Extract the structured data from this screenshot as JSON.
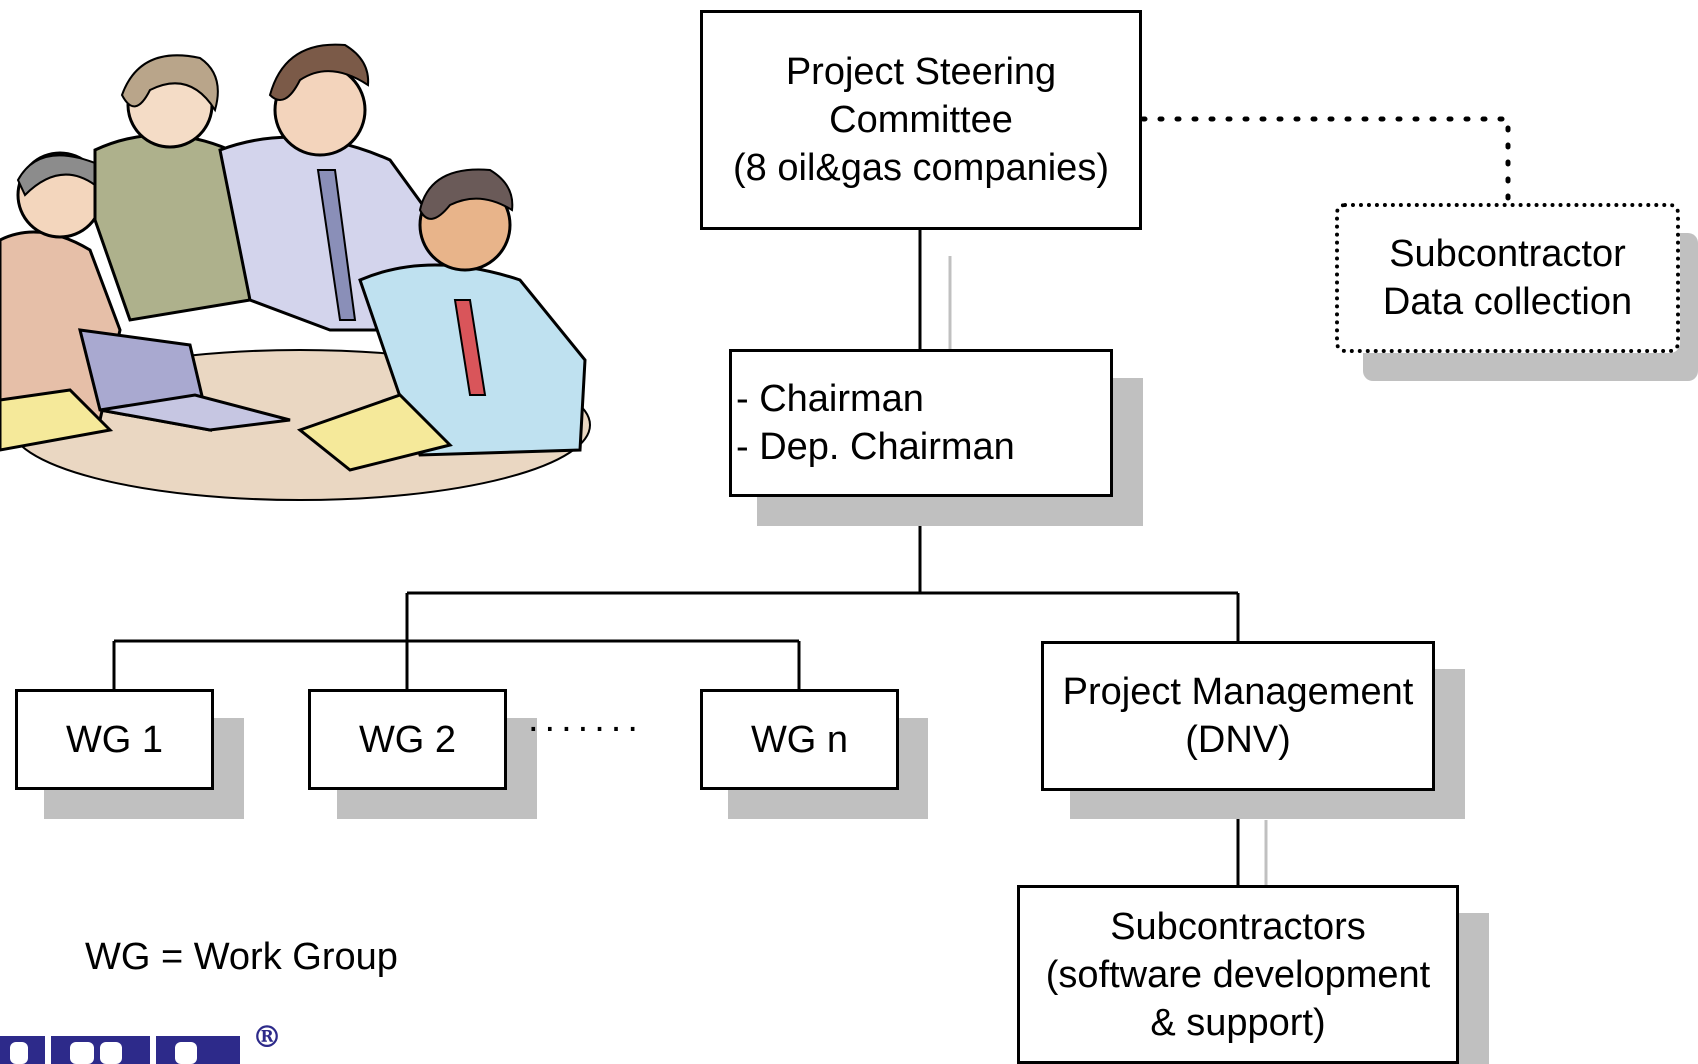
{
  "diagram": {
    "steering": {
      "lines": [
        "Project Steering",
        "Committee",
        "(8 oil&gas companies)"
      ]
    },
    "chair": {
      "lines": [
        "- Chairman",
        "- Dep. Chairman"
      ]
    },
    "subcontractor_data": {
      "lines": [
        "Subcontractor",
        "Data collection"
      ]
    },
    "working_groups": [
      {
        "label": "WG 1"
      },
      {
        "label": "WG 2"
      },
      {
        "label": "WG n"
      }
    ],
    "ellipsis": ".......",
    "project_management": {
      "lines": [
        "Project Management",
        "(DNV)"
      ]
    },
    "subcontractors_dev": {
      "lines": [
        "Subcontractors",
        "(software development",
        "& support)"
      ]
    },
    "legend": "WG = Work Group"
  },
  "colors": {
    "shadow": "#c0c0c0",
    "logo": "#2d2a8a"
  },
  "icons": [
    "team-meeting-clipart",
    "company-logo"
  ]
}
